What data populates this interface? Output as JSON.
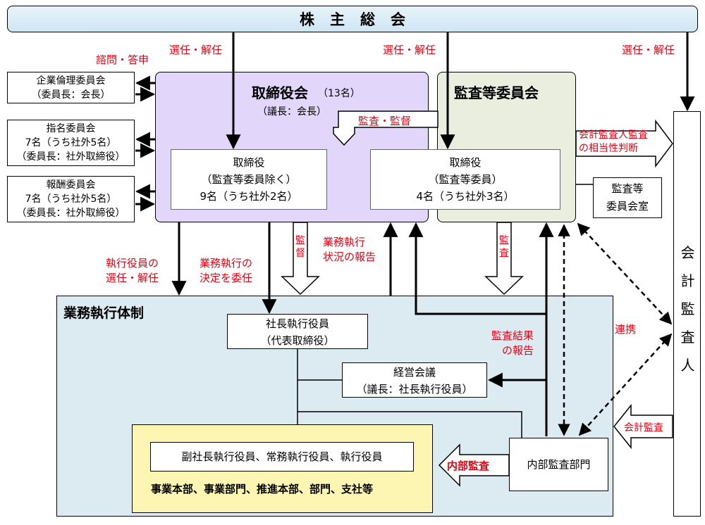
{
  "shareholders": "株主総会",
  "labels": {
    "consult": "諮問・答申",
    "elect1": "選任・解任",
    "elect2": "選任・解任",
    "elect3": "選任・解任",
    "audit_supervise": "監査・監督",
    "accounting_check_1": "会計監査人監査",
    "accounting_check_2": "の相当性判断",
    "exec_officer_1": "執行役員の",
    "exec_officer_2": "選任・解任",
    "delegate_1": "業務執行の",
    "delegate_2": "決定を委任",
    "supervise": "監督",
    "status_report_1": "業務執行",
    "status_report_2": "状況の報告",
    "audit_v": "監査",
    "audit_result_1": "監査結果",
    "audit_result_2": "の報告",
    "cooperation": "連携",
    "accounting_audit": "会計監査",
    "internal_audit": "内部監査"
  },
  "committees": [
    {
      "line1": "企業倫理委員会",
      "line2": "（委員長：会長）"
    },
    {
      "line1": "指名委員会",
      "line2": "7名（うち社外5名）",
      "line3": "（委員長：社外取締役）"
    },
    {
      "line1": "報酬委員会",
      "line2": "7名（うち社外5名）",
      "line3": "（委員長：社外取締役）"
    }
  ],
  "board": {
    "title": "取締役会",
    "count": "（13名）",
    "chair": "（議長：会長）",
    "directors_1": "取締役",
    "directors_2": "（監査等委員除く）",
    "directors_3": "9名（うち社外2名）"
  },
  "audit_committee": {
    "title": "監査等委員会",
    "members_1": "取締役",
    "members_2": "（監査等委員）",
    "members_3": "4名（うち社外3名）",
    "office_1": "監査等",
    "office_2": "委員会室"
  },
  "execution": {
    "title": "業務執行体制",
    "president_1": "社長執行役員",
    "president_2": "（代表取締役）",
    "meeting_1": "経営会議",
    "meeting_2": "（議長：社長執行役員）",
    "officers": "副社長執行役員、常務執行役員、執行役員",
    "divisions": "事業本部、事業部門、推進本部、部門、支社等",
    "internal_audit_dept": "内部監査部門"
  },
  "auditor": [
    "会",
    "計",
    "監",
    "査",
    "人"
  ]
}
